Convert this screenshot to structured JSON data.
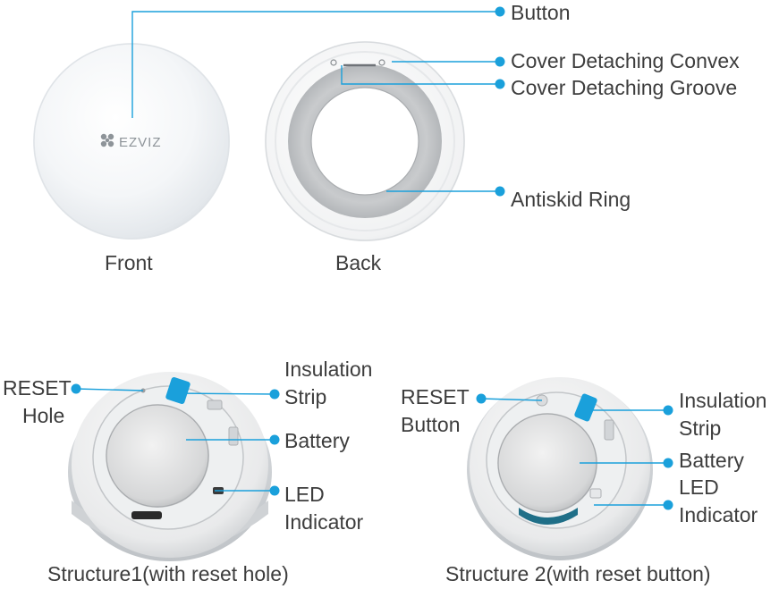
{
  "accent_color": "#1aa0db",
  "front": {
    "caption": "Front",
    "logo_text": "EZVIZ"
  },
  "back": {
    "caption": "Back"
  },
  "callouts_top": {
    "button": "Button",
    "cover_detaching_convex": "Cover Detaching Convex",
    "cover_detaching_groove": "Cover Detaching Groove",
    "antiskid_ring": "Antiskid Ring"
  },
  "structure1": {
    "caption": "Structure1(with reset hole)",
    "reset_hole": [
      "RESET",
      "Hole"
    ],
    "insulation_strip": [
      "Insulation",
      "Strip"
    ],
    "battery": "Battery",
    "led_indicator": [
      "LED",
      "Indicator"
    ]
  },
  "structure2": {
    "caption": "Structure 2(with reset button)",
    "reset_button": [
      "RESET",
      "Button"
    ],
    "insulation_strip": [
      "Insulation",
      "Strip"
    ],
    "battery": "Battery",
    "led_indicator": [
      "LED",
      "Indicator"
    ]
  }
}
